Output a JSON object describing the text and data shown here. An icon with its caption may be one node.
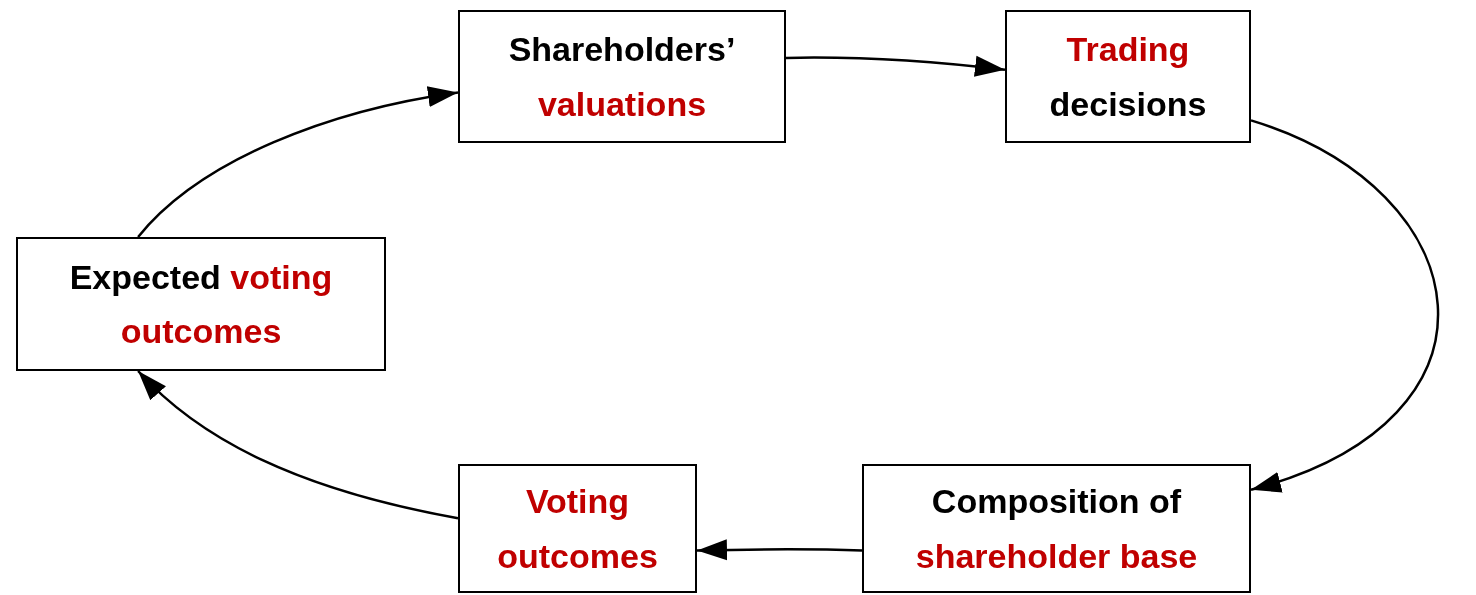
{
  "diagram": {
    "nodes": [
      {
        "text": [
          "Shareholders’ *valuations*"
        ]
      },
      {
        "text": [
          "*Trading* decisions"
        ]
      },
      {
        "text": [
          "Composition of *shareholder base*"
        ]
      },
      {
        "text": [
          "*Voting* *outcomes*"
        ]
      },
      {
        "text": [
          "Expected *voting outcomes*"
        ]
      }
    ],
    "edges": [
      {
        "from": 0,
        "to": 1,
        "arrow": "to"
      },
      {
        "from": 1,
        "to": 2,
        "arrow": "to"
      },
      {
        "from": 2,
        "to": 3,
        "arrow": "to"
      },
      {
        "from": 3,
        "to": 4,
        "arrow": "to"
      },
      {
        "from": 4,
        "to": 0,
        "arrow": "to"
      }
    ]
  }
}
